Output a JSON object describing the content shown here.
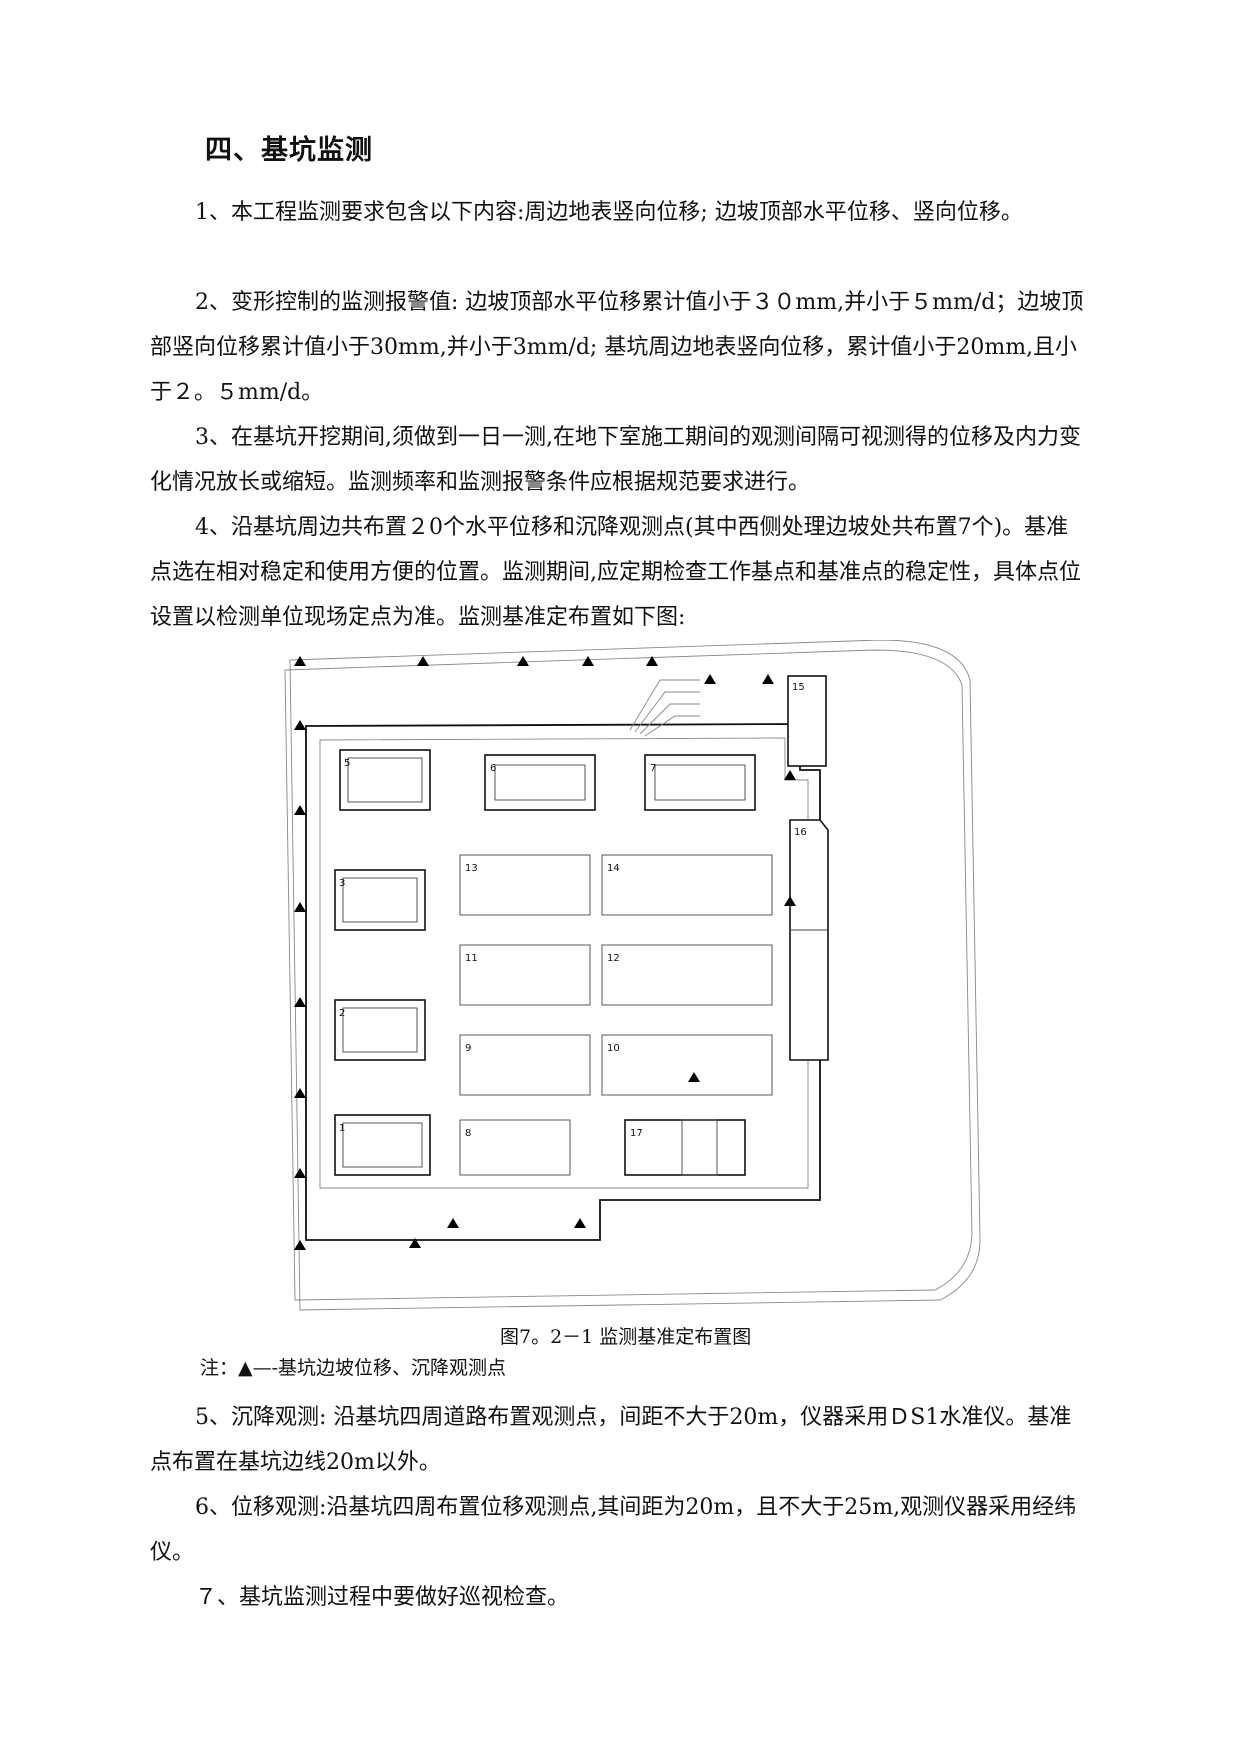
{
  "heading": "四、基坑监测",
  "paragraphs": [
    "1、本工程监测要求包含以下内容:周边地表竖向位移; 边坡顶部水平位移、竖向位移。",
    "2、变形控制的监测报警值: 边坡顶部水平位移累计值小于３０mm,并小于５mm/d；边坡顶部竖向位移累计值小于30mm,并小于3mm/d; 基坑周边地表竖向位移，累计值小于20mm,且小于２。５mm/d。",
    "3、在基坑开挖期间,须做到一日一测,在地下室施工期间的观测间隔可视测得的位移及内力变化情况放长或缩短。监测频率和监测报警条件应根据规范要求进行。",
    "4、沿基坑周边共布置２0个水平位移和沉降观测点(其中西侧处理边坡处共布置7个)。基准点选在相对稳定和使用方便的位置。监测期间,应定期检查工作基点和基准点的稳定性，具体点位设置以检测单位现场定点为准。监测基准定布置如下图:"
  ],
  "figure": {
    "caption": "图7。2－1 监测基准定布置图",
    "note": "注：▲—-基坑边坡位移、沉降观测点",
    "building_labels": [
      "1",
      "2",
      "3",
      "5",
      "6",
      "7",
      "8",
      "9",
      "10",
      "11",
      "12",
      "13",
      "14",
      "15",
      "16",
      "17"
    ]
  },
  "paragraphs_after": [
    "5、沉降观测: 沿基坑四周道路布置观测点，间距不大于20m，仪器采用ＤS1水准仪。基准点布置在基坑边线20m以外。",
    "6、位移观测:沿基坑四周布置位移观测点,其间距为20m，且不大于25m,观测仪器采用经纬仪。",
    "７、基坑监测过程中要做好巡视检查。"
  ]
}
